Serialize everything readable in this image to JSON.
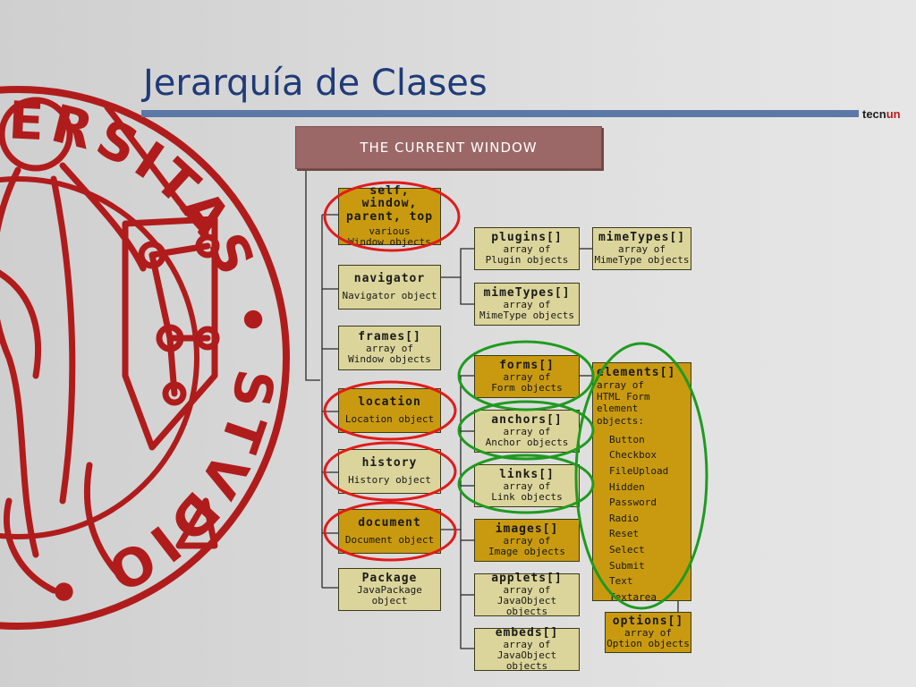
{
  "slide": {
    "title": "Jerarquía de Clases",
    "brand_part1": "tecn",
    "brand_part2": "un",
    "seal_text": "VNIVERSITAS • STVDIO"
  },
  "diagram": {
    "root": "THE CURRENT WINDOW",
    "nodes": {
      "self": {
        "name": "self, window, parent, top",
        "name_l1": "self, window,",
        "name_l2": "parent, top",
        "desc1": "various",
        "desc2": "Window objects"
      },
      "navigator": {
        "name": "navigator",
        "desc1": "Navigator object"
      },
      "frames": {
        "name": "frames[]",
        "desc1": "array of",
        "desc2": "Window objects"
      },
      "location": {
        "name": "location",
        "desc1": "Location object"
      },
      "history": {
        "name": "history",
        "desc1": "History object"
      },
      "document": {
        "name": "document",
        "desc1": "Document object"
      },
      "package": {
        "name": "Package",
        "desc1": "JavaPackage",
        "desc2": "object"
      },
      "plugins": {
        "name": "plugins[]",
        "desc1": "array of",
        "desc2": "Plugin objects"
      },
      "mimetypes_nav": {
        "name": "mimeTypes[]",
        "desc1": "array of",
        "desc2": "MimeType objects"
      },
      "mimetypes_plugin": {
        "name": "mimeTypes[]",
        "desc1": "array of",
        "desc2": "MimeType objects"
      },
      "forms": {
        "name": "forms[]",
        "desc1": "array of",
        "desc2": "Form objects"
      },
      "anchors": {
        "name": "anchors[]",
        "desc1": "array of",
        "desc2": "Anchor objects"
      },
      "links": {
        "name": "links[]",
        "desc1": "array of",
        "desc2": "Link objects"
      },
      "images": {
        "name": "images[]",
        "desc1": "array of",
        "desc2": "Image objects"
      },
      "applets": {
        "name": "applets[]",
        "desc1": "array of",
        "desc2": "JavaObject objects"
      },
      "embeds": {
        "name": "embeds[]",
        "desc1": "array of",
        "desc2": "JavaObject objects"
      },
      "options": {
        "name": "options[]",
        "desc1": "array of",
        "desc2": "Option objects"
      }
    },
    "elements": {
      "name": "elements[]",
      "desc": [
        "array of",
        "HTML Form",
        "element objects:"
      ],
      "items": [
        "Button",
        "Checkbox",
        "FileUpload",
        "Hidden",
        "Password",
        "Radio",
        "Reset",
        "Select",
        "Submit",
        "Text",
        "Textarea"
      ]
    },
    "highlight_colors": {
      "red": "#e01b1b",
      "green": "#1f9a1f"
    },
    "colors": {
      "khaki": "#dcd59b",
      "gold": "#c99a10",
      "header": "#9b6767",
      "title": "#1f3b78",
      "seal": "#b01c1c"
    }
  }
}
